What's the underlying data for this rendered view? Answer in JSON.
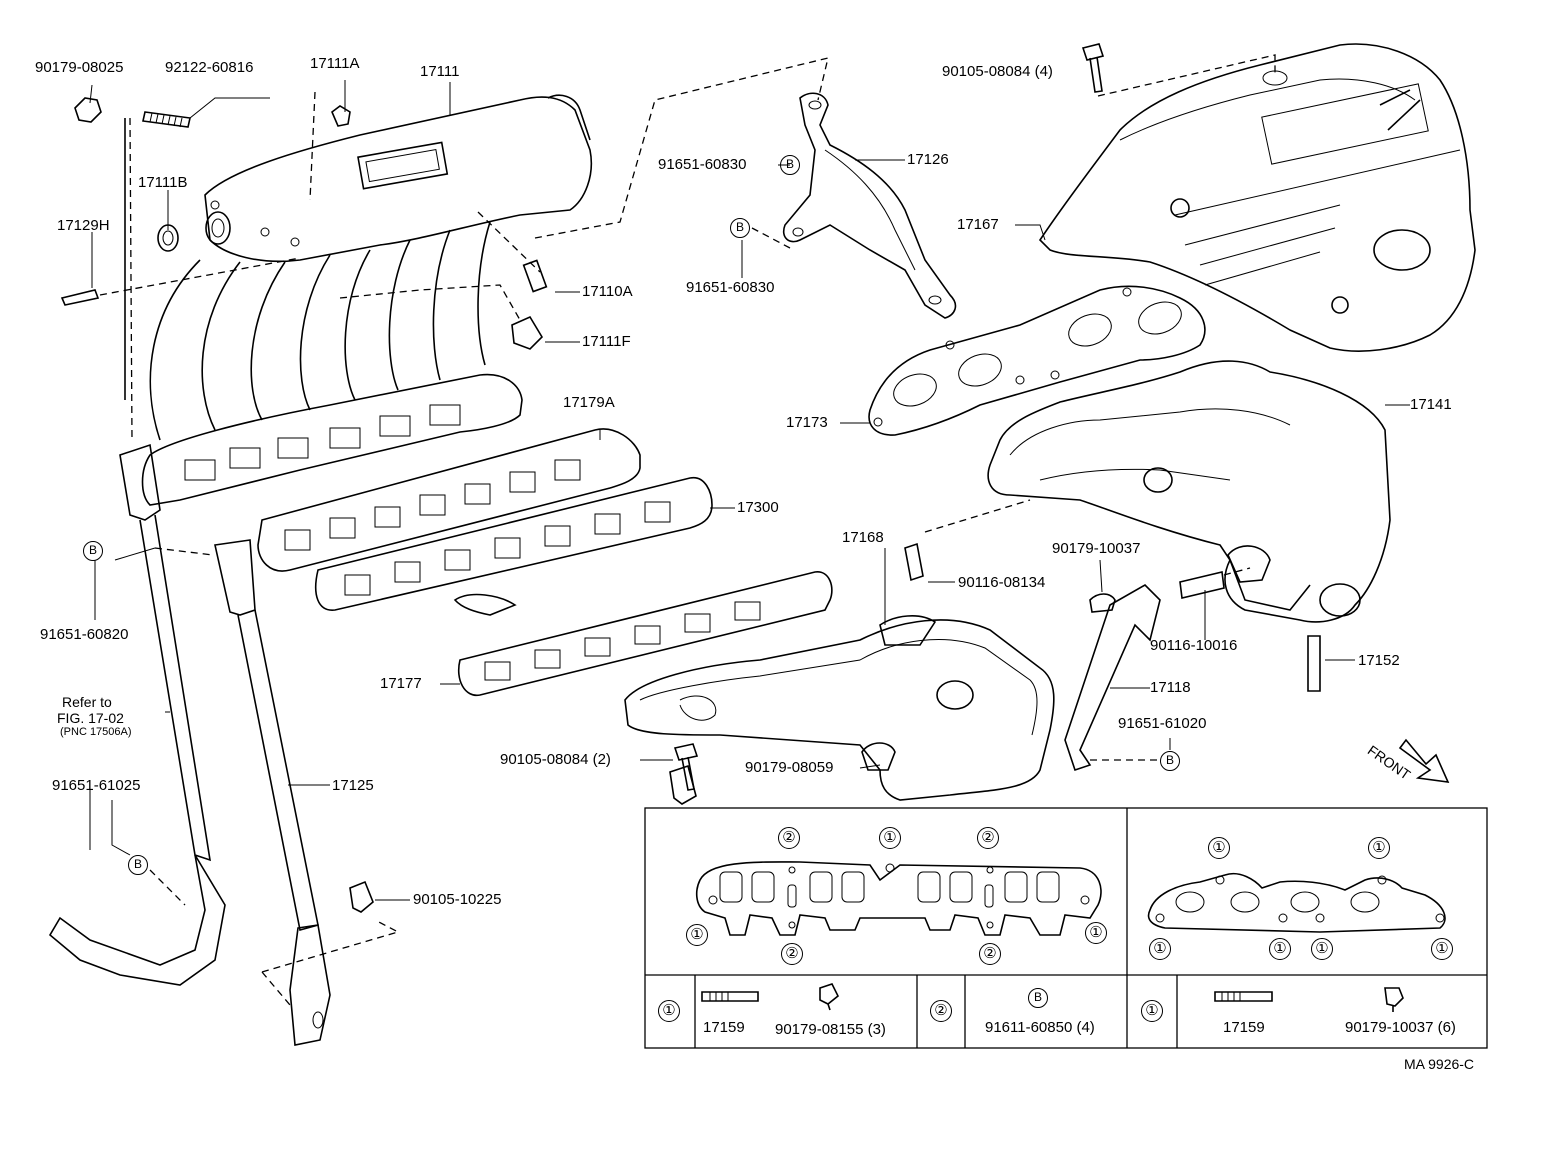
{
  "parts": {
    "p90179_08025": "90179-08025",
    "p92122_60816": "92122-60816",
    "p17111A": "17111A",
    "p17111": "17111",
    "p17111B": "17111B",
    "p17129H": "17129H",
    "p17110A": "17110A",
    "p17111F": "17111F",
    "p17179A": "17179A",
    "p17300": "17300",
    "p91651_60820": "91651-60820",
    "p17177": "17177",
    "p17168": "17168",
    "p90116_08134": "90116-08134",
    "p90105_08084_2": "90105-08084 (2)",
    "p90179_08059": "90179-08059",
    "p17125": "17125",
    "p91651_61025": "91651-61025",
    "p90105_10225": "90105-10225",
    "p90105_08084_4": "90105-08084 (4)",
    "p91651_60830_a": "91651-60830",
    "p17126": "17126",
    "p91651_60830_b": "91651-60830",
    "p17167": "17167",
    "p17173": "17173",
    "p17141": "17141",
    "p90179_10037": "90179-10037",
    "p90116_10016": "90116-10016",
    "p17152": "17152",
    "p17118": "17118",
    "p91651_61020": "91651-61020"
  },
  "refer": {
    "line1": "Refer to",
    "line2": "FIG. 17-02",
    "line3": "(PNC 17506A)"
  },
  "front_label": "FRONT",
  "bolt_marker": "B",
  "circle_one": "①",
  "circle_two": "②",
  "legend": {
    "left_row": {
      "marker1": "①",
      "item1": "17159",
      "item2": "90179-08155 (3)",
      "marker2": "②",
      "marker2_icon": "B",
      "item3": "91611-60850 (4)"
    },
    "right_row": {
      "marker1": "①",
      "item1": "17159",
      "item2": "90179-10037 (6)"
    }
  },
  "figure_code": "MA 9926-C"
}
